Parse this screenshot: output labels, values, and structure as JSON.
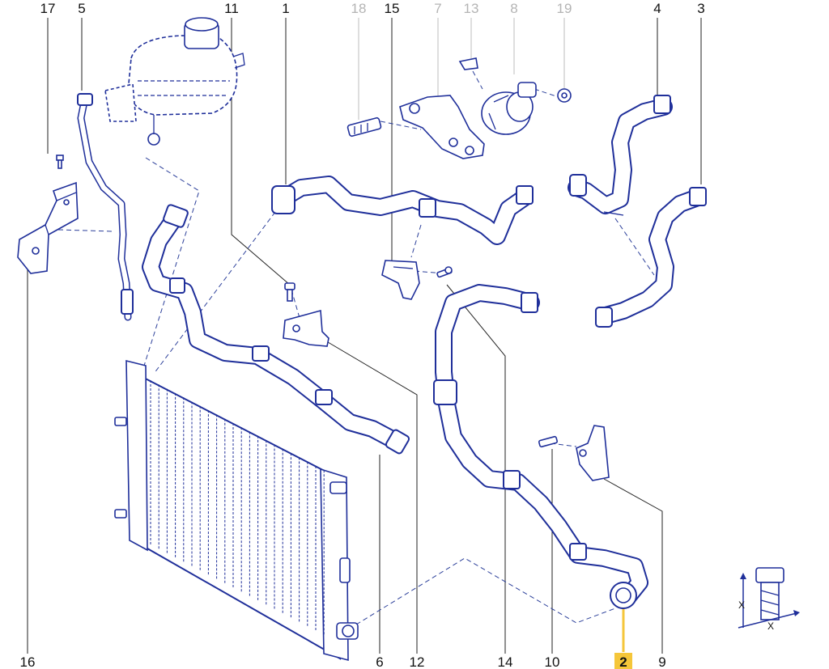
{
  "callouts": [
    {
      "id": "17",
      "label": "17",
      "dim": false
    },
    {
      "id": "5",
      "label": "5",
      "dim": false
    },
    {
      "id": "11",
      "label": "11",
      "dim": false
    },
    {
      "id": "1",
      "label": "1",
      "dim": false
    },
    {
      "id": "18",
      "label": "18",
      "dim": true
    },
    {
      "id": "15",
      "label": "15",
      "dim": false
    },
    {
      "id": "7",
      "label": "7",
      "dim": true
    },
    {
      "id": "13",
      "label": "13",
      "dim": true
    },
    {
      "id": "8",
      "label": "8",
      "dim": true
    },
    {
      "id": "19",
      "label": "19",
      "dim": true
    },
    {
      "id": "4",
      "label": "4",
      "dim": false
    },
    {
      "id": "3",
      "label": "3",
      "dim": false
    },
    {
      "id": "16",
      "label": "16",
      "dim": false
    },
    {
      "id": "6",
      "label": "6",
      "dim": false
    },
    {
      "id": "12",
      "label": "12",
      "dim": false
    },
    {
      "id": "14",
      "label": "14",
      "dim": false
    },
    {
      "id": "10",
      "label": "10",
      "dim": false
    },
    {
      "id": "2",
      "label": "2",
      "dim": false,
      "highlighted": true
    },
    {
      "id": "9",
      "label": "9",
      "dim": false
    }
  ],
  "highlight_color": "#f5c63a",
  "line_color": "#1f2f9a",
  "torque_symbol": {
    "label_vertical": "X",
    "label_horizontal": "X"
  }
}
